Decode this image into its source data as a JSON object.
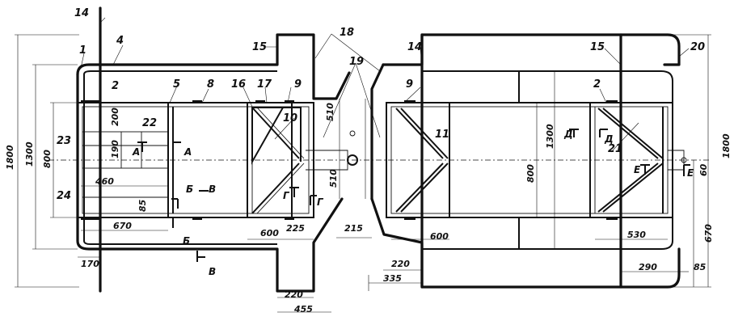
{
  "callouts": {
    "c1": "1",
    "c2a": "2",
    "c2b": "2",
    "c4": "4",
    "c5": "5",
    "c8": "8",
    "c9a": "9",
    "c9b": "9",
    "c10": "10",
    "c11": "11",
    "c14a": "14",
    "c14b": "14",
    "c15a": "15",
    "c15b": "15",
    "c16": "16",
    "c17": "17",
    "c18": "18",
    "c19": "19",
    "c20": "20",
    "c21": "21",
    "c22": "22",
    "c23": "23",
    "c24": "24"
  },
  "dimensions": {
    "d1800l": "1800",
    "d1300l": "1300",
    "d800l": "800",
    "d200": "200",
    "d190": "190",
    "d460": "460",
    "d85l": "85",
    "d670l": "670",
    "d170": "170",
    "d600l": "600",
    "d225": "225",
    "d510a": "510",
    "d510b": "510",
    "d215": "215",
    "d220l": "220",
    "d455": "455",
    "d220r": "220",
    "d335": "335",
    "d600r": "600",
    "d1300r": "1300",
    "d800r": "800",
    "d530": "530",
    "d290": "290",
    "d85r": "85",
    "d670r": "670",
    "d1800r": "1800",
    "d60": "60"
  },
  "sections": {
    "A1": "А",
    "A2": "А",
    "B1": "Б",
    "B2": "Б",
    "V1": "В",
    "V2": "В",
    "G1": "Г",
    "G2": "Г",
    "D1": "Д",
    "D2": "Д",
    "E1": "Е",
    "E2": "Е"
  }
}
